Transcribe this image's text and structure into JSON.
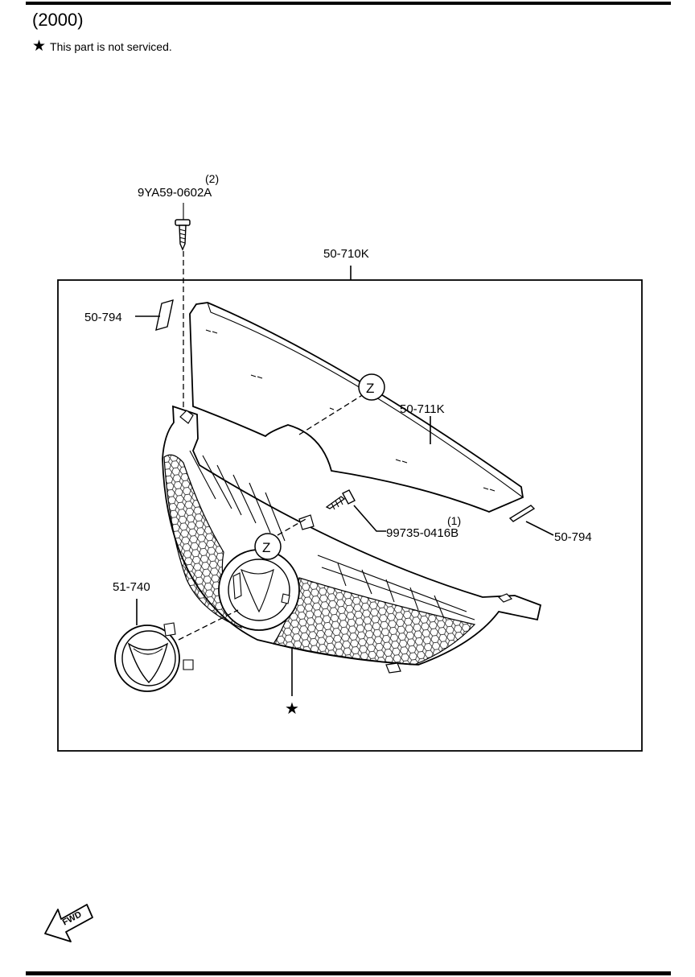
{
  "header": {
    "title": "(2000)",
    "note_symbol": "★",
    "note_text": "This part is not serviced."
  },
  "callouts": {
    "screw_top": {
      "part": "9YA59-0602A",
      "qty": "(2)"
    },
    "grille_assembly": {
      "part": "50-710K"
    },
    "clip_left": {
      "part": "50-794"
    },
    "clip_right": {
      "part": "50-794"
    },
    "upper_panel": {
      "part": "50-711K"
    },
    "screw_mid": {
      "part": "99735-0416B",
      "qty": "(1)"
    },
    "emblem": {
      "part": "51-740"
    },
    "grille_mesh": {
      "symbol": "★"
    },
    "ref_z_upper": "Z",
    "ref_z_lower": "Z",
    "fwd_arrow": "FWD"
  },
  "icons": {
    "star": "star-icon",
    "fwd": "forward-arrow-icon"
  }
}
